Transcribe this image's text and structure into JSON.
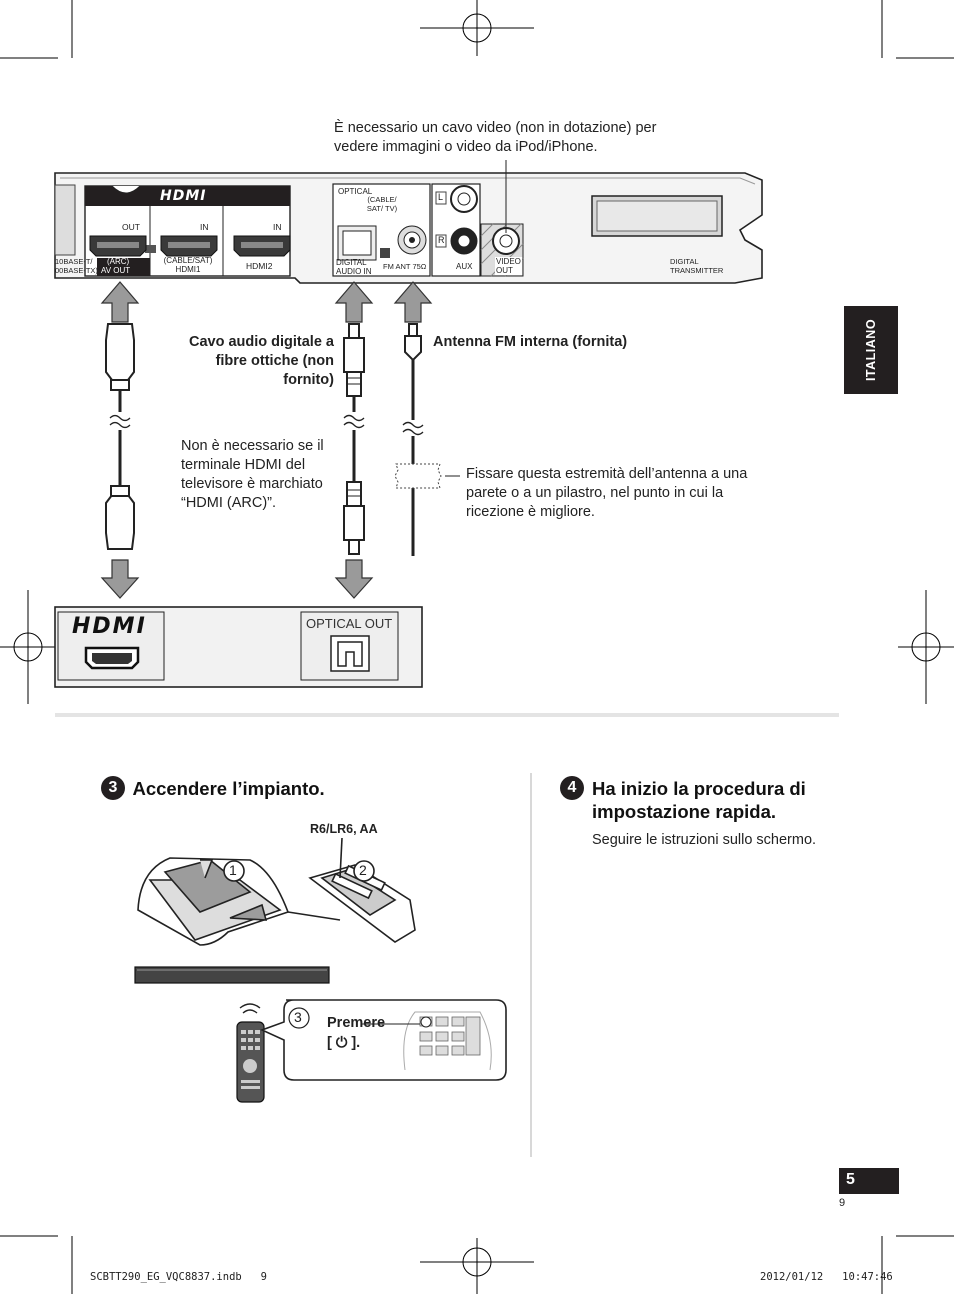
{
  "notes": {
    "video_cable": "È necessario un cavo video (non in dotazione) per vedere immagini o video da iPod/iPhone.",
    "optical_cable": "Cavo audio digitale a fibre ottiche (non fornito)",
    "fm_antenna": "Antenna FM interna (fornita)",
    "hdmi_arc": "Non è necessario se il terminale HDMI del televisore è marchiato “HDMI (ARC)”.",
    "antenna_fix": "Fissare questa estremità dell’antenna a una parete o a un pilastro, nel punto in cui la ricezione è migliore."
  },
  "panel": {
    "hdmi_logo": "HDMI",
    "out": "OUT",
    "in1": "IN",
    "in2": "IN",
    "arc_line1": "(ARC)",
    "arc_line2": "AV OUT",
    "cable_sat_line1": "(CABLE/SAT)",
    "cable_sat_line2": "HDMI1",
    "hdmi2": "HDMI2",
    "lan_line1": "10BASE-T/",
    "lan_line2": "00BASE-TX)",
    "optical": "OPTICAL",
    "optical_sub": "(CABLE/ SAT/ TV)",
    "digital_audio_in_line1": "DIGITAL",
    "digital_audio_in_line2": "AUDIO IN",
    "fm_ant": "FM ANT 75Ω",
    "aux": "AUX",
    "video_out_line1": "VIDEO",
    "video_out_line2": "OUT",
    "l": "L",
    "r": "R",
    "digital_transmitter_line1": "DIGITAL",
    "digital_transmitter_line2": "TRANSMITTER"
  },
  "tv": {
    "hdmi_logo": "HDMI",
    "optical_out": "OPTICAL OUT"
  },
  "side_tab": "ITALIANO",
  "step3": {
    "number": "3",
    "title": "Accendere l’impianto.",
    "battery": "R6/LR6, AA",
    "circle1": "1",
    "circle2": "2",
    "circle3": "3",
    "press_line1": "Premere",
    "press_line2": "[ ⏻ ]."
  },
  "step4": {
    "number": "4",
    "title": "Ha inizio la procedura di impostazione rapida.",
    "body": "Seguire le istruzioni sullo schermo."
  },
  "page": {
    "number": "5",
    "sub_number": "9"
  },
  "footer": {
    "file": "SCBTT290_EG_VQC8837.indb   9",
    "datetime": "2012/01/12   10:47:46"
  }
}
